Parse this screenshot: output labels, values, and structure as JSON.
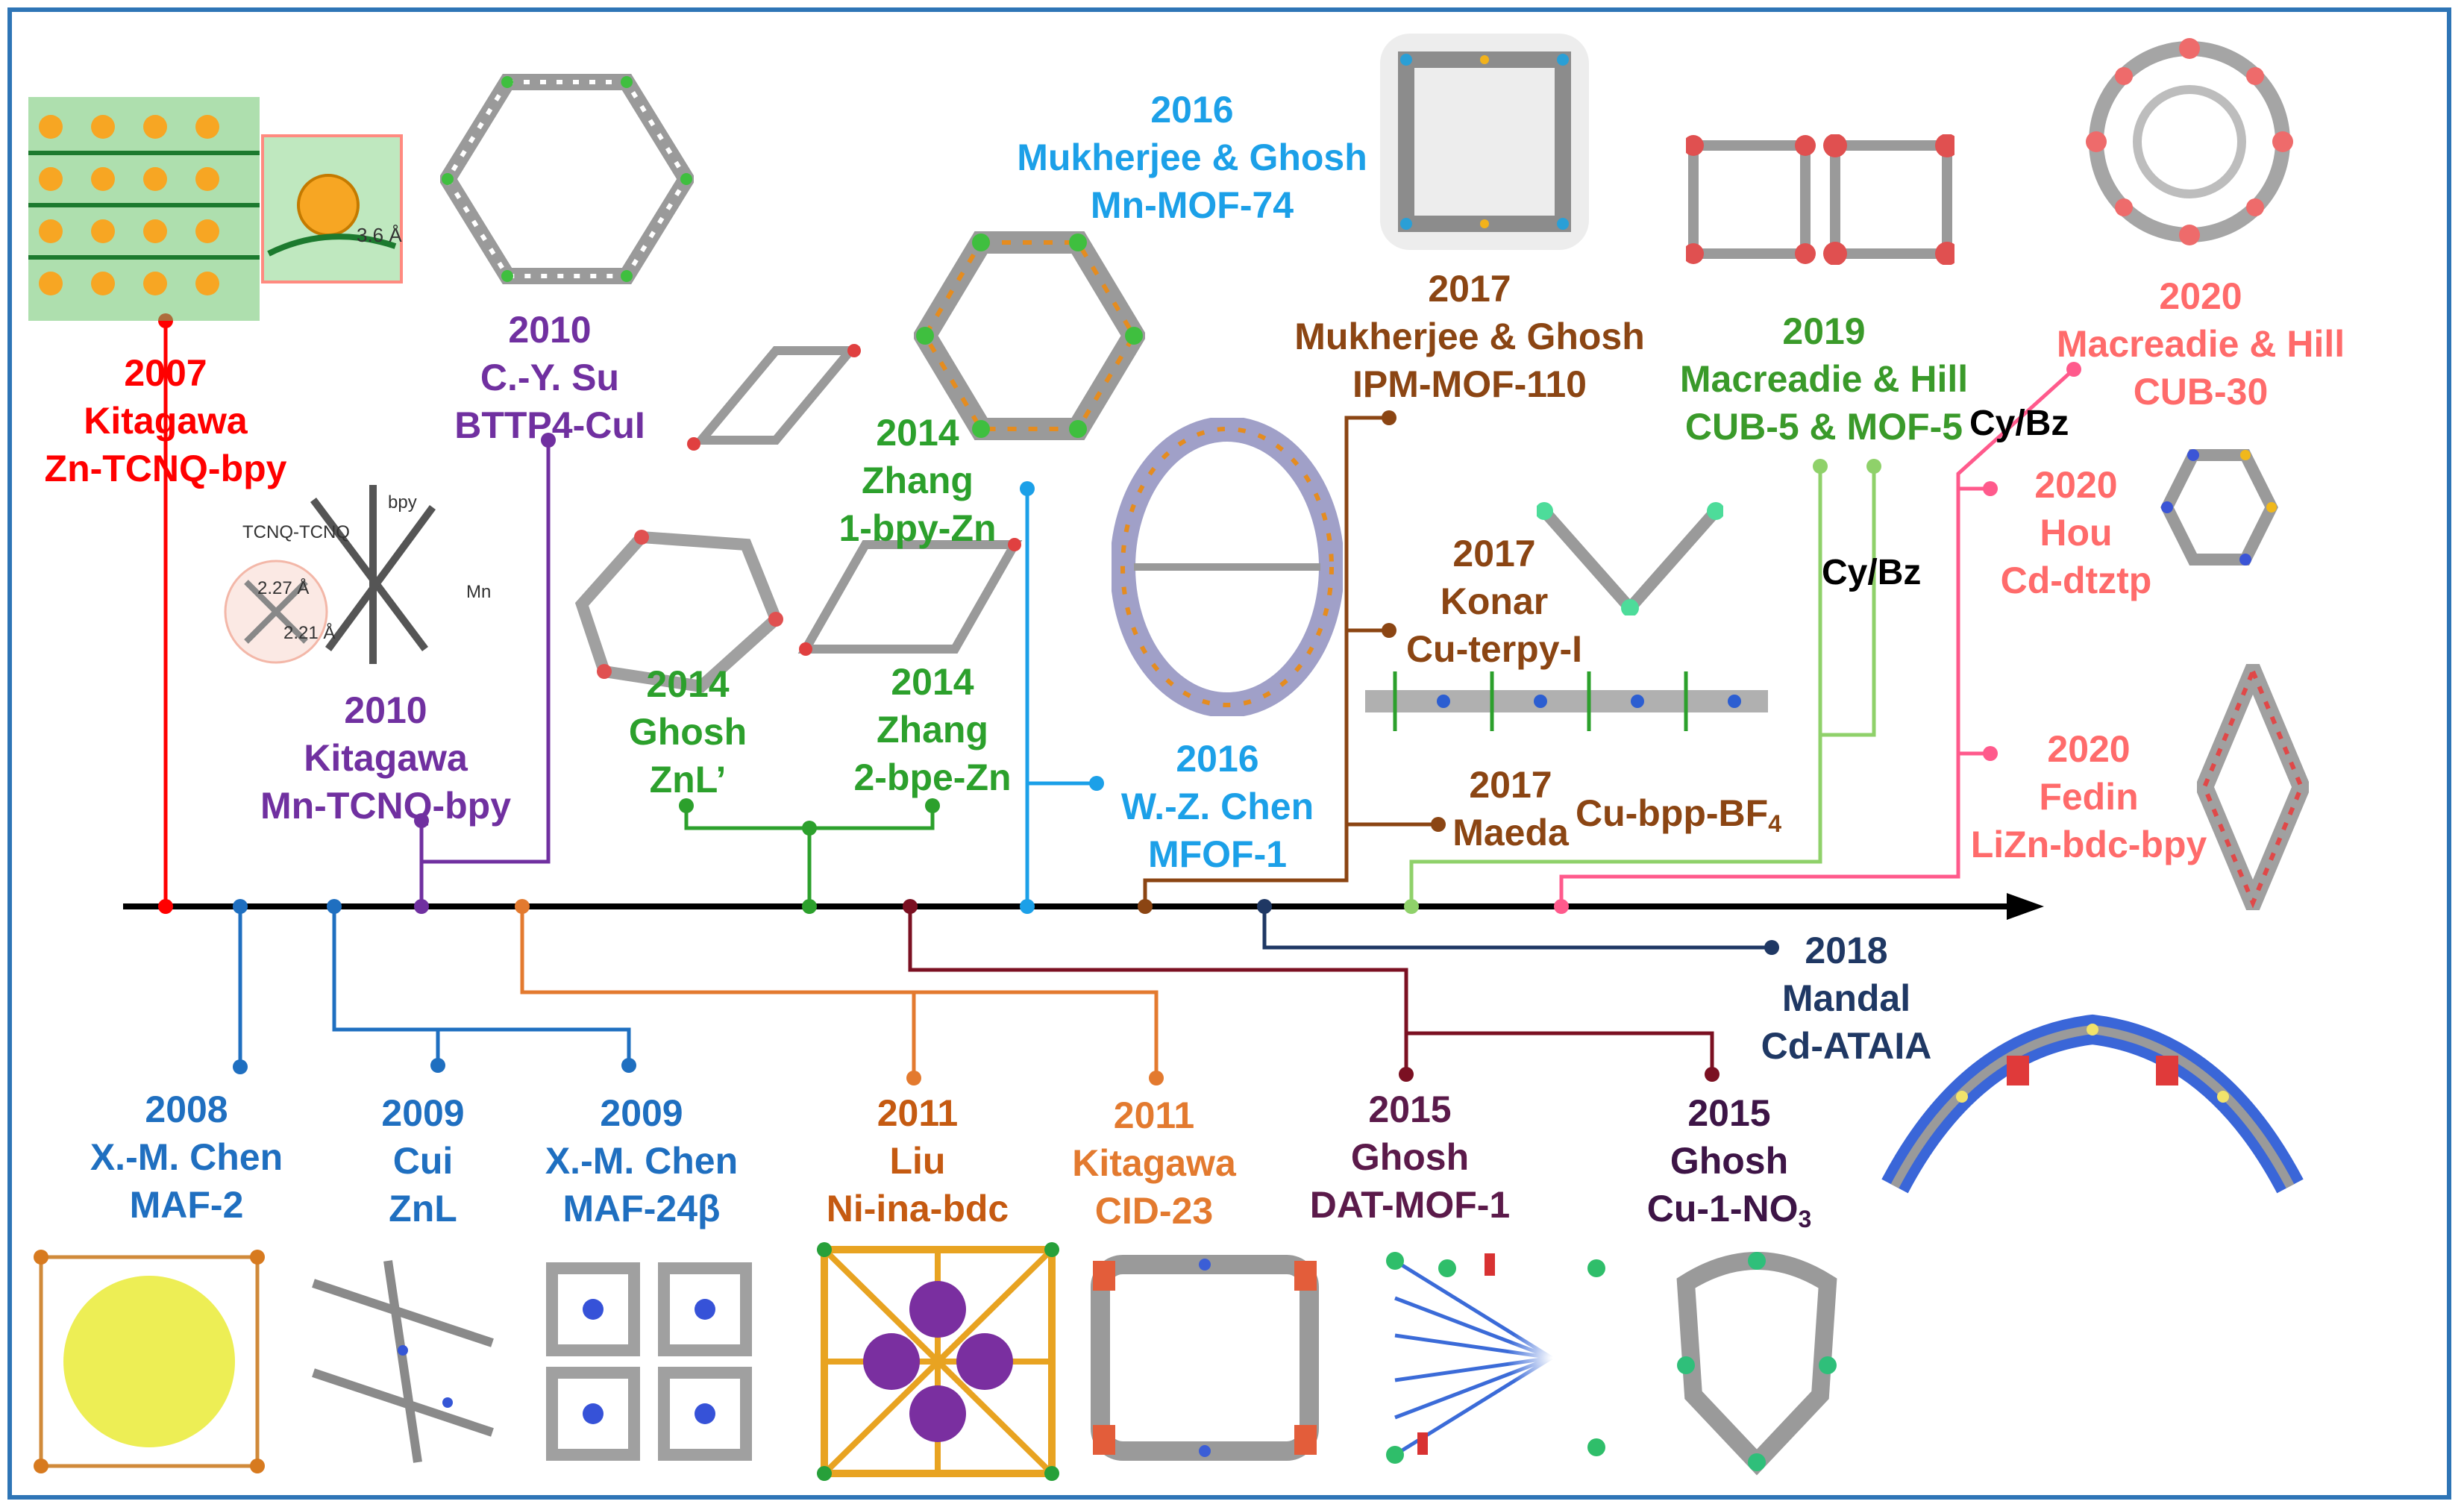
{
  "colors": {
    "frame": "#2e75b6",
    "axis": "#000000",
    "red": "#ff0000",
    "blue": "#1f6fc0",
    "purple": "#7030a0",
    "orange": "#e37a2f",
    "dark_orange": "#c55a11",
    "green": "#2ca02c",
    "darkred": "#7b1022",
    "skyblue": "#1ca0e8",
    "brown": "#8b4513",
    "navy": "#1f3864",
    "lightgreen": "#8fd16a",
    "pink": "#ff5a8c",
    "salmon": "#ff6b6b",
    "eggplant": "#5b1a4a",
    "plum": "#3d1446"
  },
  "entries": {
    "e2007": {
      "year": "2007",
      "author": "Kitagawa",
      "compound": "Zn-TCNQ-bpy"
    },
    "e2008": {
      "year": "2008",
      "author": "X.-M. Chen",
      "compound": "MAF-2"
    },
    "e2009a": {
      "year": "2009",
      "author": "Cui",
      "compound": "ZnL"
    },
    "e2009b": {
      "year": "2009",
      "author": "X.-M. Chen",
      "compound": "MAF-24β"
    },
    "e2010a": {
      "year": "2010",
      "author": "C.-Y. Su",
      "compound": "BTTP4-CuI"
    },
    "e2010b": {
      "year": "2010",
      "author": "Kitagawa",
      "compound": "Mn-TCNQ-bpy"
    },
    "e2011a": {
      "year": "2011",
      "author": "Liu",
      "compound": "Ni-ina-bdc"
    },
    "e2011b": {
      "year": "2011",
      "author": "Kitagawa",
      "compound": "CID-23"
    },
    "e2014a": {
      "year": "2014",
      "author": "Zhang",
      "compound": "1-bpy-Zn"
    },
    "e2014b": {
      "year": "2014",
      "author": "Ghosh",
      "compound": "ZnL’"
    },
    "e2014c": {
      "year": "2014",
      "author": "Zhang",
      "compound": "2-bpe-Zn"
    },
    "e2015a": {
      "year": "2015",
      "author": "Ghosh",
      "compound": "DAT-MOF-1"
    },
    "e2015b": {
      "year": "2015",
      "author": "Ghosh",
      "compound": "Cu-1-NO",
      "compound_sub": "3"
    },
    "e2016a": {
      "year": "2016",
      "author": "Mukherjee & Ghosh",
      "compound": "Mn-MOF-74"
    },
    "e2016b": {
      "year": "2016",
      "author": "W.-Z. Chen",
      "compound": "MFOF-1"
    },
    "e2017a": {
      "year": "2017",
      "author": "Mukherjee & Ghosh",
      "compound": "IPM-MOF-110"
    },
    "e2017b": {
      "year": "2017",
      "author": "Konar",
      "compound": "Cu-terpy-I"
    },
    "e2017c": {
      "year": "2017",
      "author": "Maeda",
      "compound": "Cu-bpp-BF",
      "compound_sub": "4"
    },
    "e2018": {
      "year": "2018",
      "author": "Mandal",
      "compound": "Cd-ATAIA"
    },
    "e2019": {
      "year": "2019",
      "author": "Macreadie & Hill",
      "compound": "CUB-5 & MOF-5"
    },
    "e2020a": {
      "year": "2020",
      "author": "Macreadie & Hill",
      "compound": "CUB-30"
    },
    "e2020b": {
      "year": "2020",
      "author": "Hou",
      "compound": "Cd-dtztp"
    },
    "e2020c": {
      "year": "2020",
      "author": "Fedin",
      "compound": "LiZn-bdc-bpy"
    }
  },
  "notes": {
    "cybz_a": "Cy/Bz",
    "cybz_b": "Cy/Bz",
    "distance": "3.6 Å",
    "tcnq": "TCNQ-TCNQ",
    "bpy": "bpy",
    "d1": "2.27 Å",
    "d2": "2.21 Å",
    "mn": "Mn"
  },
  "icons": [
    "crystal-structure-icon"
  ]
}
